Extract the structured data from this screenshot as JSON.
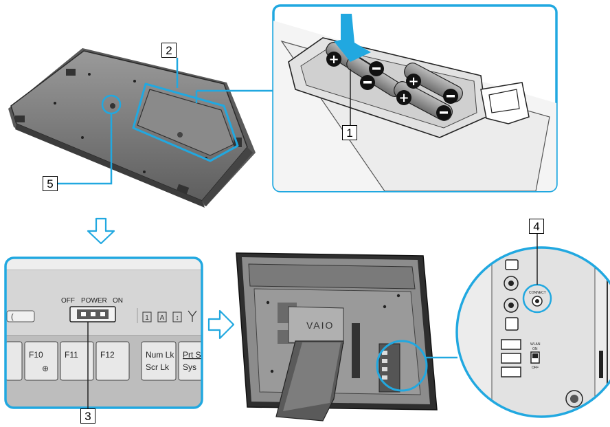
{
  "callouts": {
    "c1": "1",
    "c2": "2",
    "c3": "3",
    "c4": "4",
    "c5": "5"
  },
  "keyboard_panel": {
    "switch_label_off": "OFF",
    "switch_label_power": "POWER",
    "switch_label_on": "ON",
    "key_f10": "F10",
    "key_f11": "F11",
    "key_f12": "F12",
    "key_numlk": "Num Lk",
    "key_scrlk": "Scr Lk",
    "key_prt": "Prt S",
    "key_sys": "Sys"
  },
  "computer_panel": {
    "logo": "VAIO",
    "connect_label": "CONNECT",
    "wlan_label": "WLAN",
    "wlan_on": "ON",
    "wlan_off": "OFF"
  },
  "colors": {
    "accent": "#21a8e0",
    "outline": "#1a1a1a",
    "device": "#7a7a7a",
    "device_dark": "#4a4a4a",
    "panel_fill": "#e6e6e6"
  }
}
